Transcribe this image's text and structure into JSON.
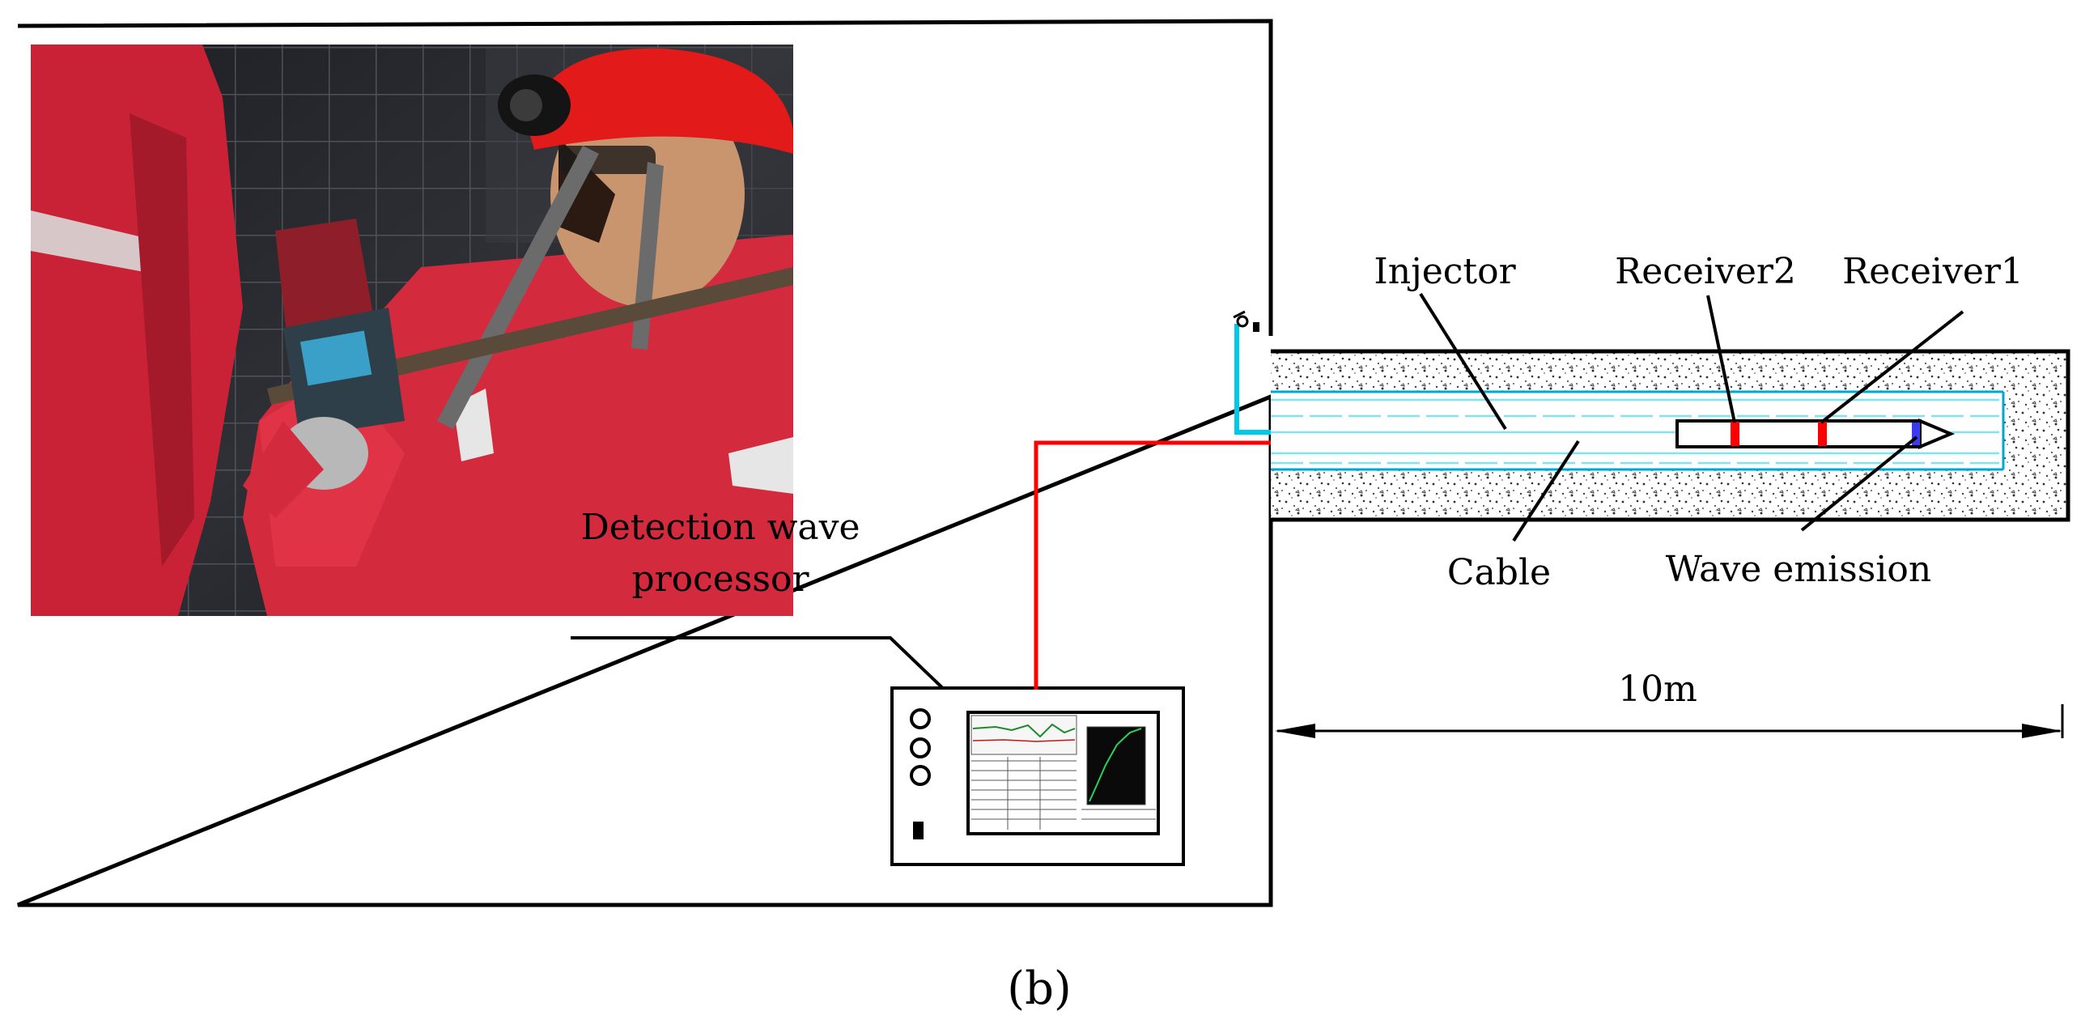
{
  "labels": {
    "processor_line1": "Detection wave",
    "processor_line2": "processor",
    "injector": "Injector",
    "receiver2": "Receiver2",
    "receiver1": "Receiver1",
    "cable": "Cable",
    "wave_emission": "Wave emission",
    "distance": "10m"
  },
  "caption": "(b)",
  "colors": {
    "cable": "#ff0000",
    "injection_line": "#00c8e8",
    "water": "#7fe3f2",
    "helmet": "#e21a1a",
    "suit": "#d8283a",
    "rock": "#2a2a2e"
  }
}
